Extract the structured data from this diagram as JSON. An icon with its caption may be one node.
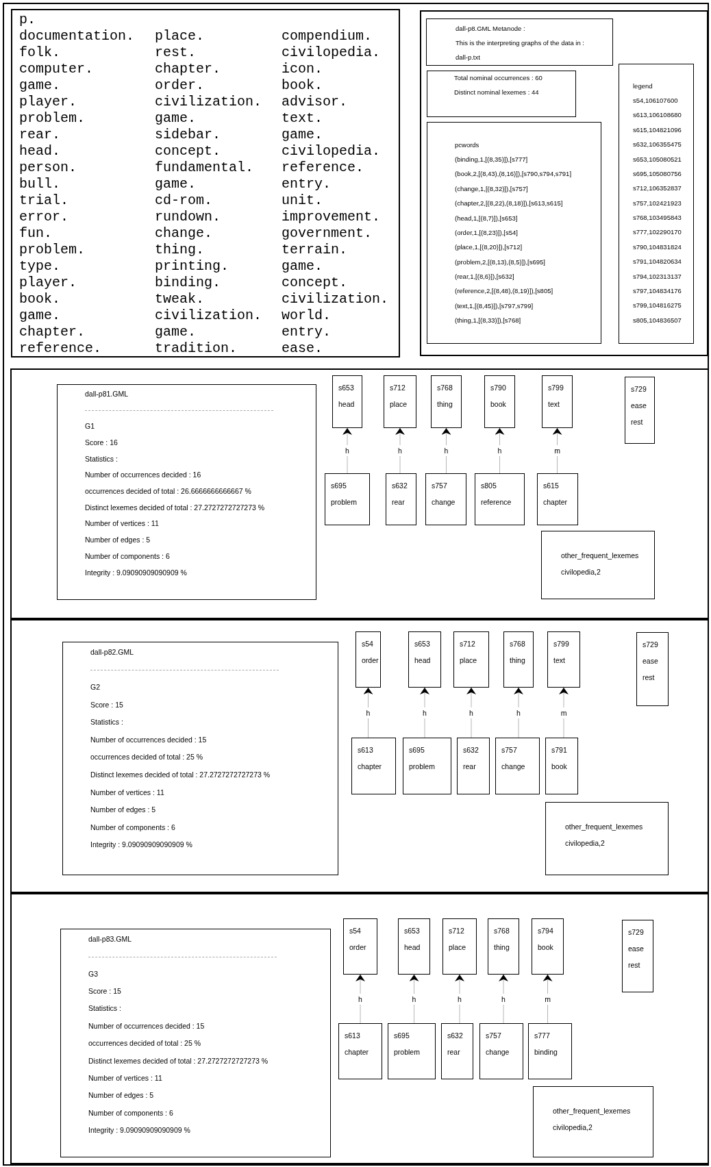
{
  "diagram": {
    "nodes": [
      {
        "text": [
          "p.",
          "documentation.",
          "place.",
          "compendium.",
          "folk.",
          "rest.",
          "civilopedia.",
          "computer.",
          "chapter.",
          "icon.",
          "game.",
          "order.",
          "book.",
          "player.",
          "civilization.",
          "advisor.",
          "problem.",
          "game.",
          "text.",
          "rear.",
          "sidebar.",
          "game.",
          "head.",
          "concept.",
          "civilopedia.",
          "person.",
          "fundamental.",
          "reference.",
          "bull.",
          "game.",
          "entry.",
          "trial.",
          "cd-rom.",
          "unit.",
          "error.",
          "rundown.",
          "improvement.",
          "fun.",
          "change.",
          "government.",
          "problem.",
          "thing.",
          "terrain.",
          "type.",
          "printing.",
          "game.",
          "player.",
          "binding.",
          "concept.",
          "book.",
          "tweak.",
          "civilization.",
          "game.",
          "civilization.",
          "world.",
          "chapter.",
          "game.",
          "entry.",
          "reference.",
          "tradition.",
          "ease."
        ]
      },
      {
        "text": [],
        "shape": "box"
      },
      {
        "text": [
          "dall-p8.GML Metanode :",
          "This is the interpreting graphs of the data in :",
          "dall-p.txt"
        ],
        "in": 1
      },
      {
        "text": [
          "Total nominal occurrences : 60",
          "Distinct nominal lexemes : 44"
        ],
        "in": 1
      },
      {
        "text": [
          "pcwords",
          "(binding,1,[(8,35)]),[s777]",
          "(book,2,[(8,43),(8,16)]),[s790,s794,s791]",
          "(change,1,[(8,32)]),[s757]",
          "(chapter,2,[(8,22),(8,18)]),[s613,s615]",
          "(head,1,[(8,7)]),[s653]",
          "(order,1,[(8,23)]),[s54]",
          "(place,1,[(8,20)]),[s712]",
          "(problem,2,[(8,13),(8,5)]),[s695]",
          "(rear,1,[(8,6)]),[s632]",
          "(reference,2,[(8,48),(8,19)]),[s805]",
          "(text,1,[(8,45)]),[s797,s799]",
          "(thing,1,[(8,33)]),[s768]"
        ],
        "in": 1
      },
      {
        "text": [
          "legend",
          "s54,106107600",
          "s613,106108680",
          "s615,104821096",
          "s632,106355475",
          "s653,105080521",
          "s695,105080756",
          "s712,106352837",
          "s757,102421923",
          "s768,103495843",
          "s777,102290170",
          "s790,104831824",
          "s791,104820634",
          "s794,102313137",
          "s797,104834176",
          "s799,104816275",
          "s805,104836507"
        ],
        "in": 1
      },
      {
        "text": [],
        "shape": "box"
      },
      {
        "text": [
          "dall-p81.GML",
          "G1",
          "Score : 16",
          "Statistics :",
          "Number of occurrences decided : 16",
          "occurrences decided of total : 26.6666666666667 %",
          "Distinct lexemes decided of total : 27.2727272727273 %",
          "Number of vertices : 11",
          "Number of edges : 5",
          "Number of components : 6",
          "Integrity : 9.09090909090909 %"
        ],
        "in": 6
      },
      {
        "text": [
          "s653",
          "head"
        ],
        "in": 6
      },
      {
        "text": [
          "s712",
          "place"
        ],
        "in": 6
      },
      {
        "text": [
          "s768",
          "thing"
        ],
        "in": 6
      },
      {
        "text": [
          "s790",
          "book"
        ],
        "in": 6
      },
      {
        "text": [
          "s799",
          "text"
        ],
        "in": 6
      },
      {
        "text": [
          "s729",
          "ease",
          "rest"
        ],
        "in": 6
      },
      {
        "text": [
          "s695",
          "problem"
        ],
        "in": 6
      },
      {
        "text": [
          "s632",
          "rear"
        ],
        "in": 6
      },
      {
        "text": [
          "s757",
          "change"
        ],
        "in": 6
      },
      {
        "text": [
          "s805",
          "reference"
        ],
        "in": 6
      },
      {
        "text": [
          "s615",
          "chapter"
        ],
        "in": 6
      },
      {
        "text": [
          "other_frequent_lexemes",
          "civilopedia,2"
        ],
        "in": 6
      },
      {
        "text": [],
        "shape": "box"
      },
      {
        "text": [
          "dall-p82.GML",
          "G2",
          "Score : 15",
          "Statistics :",
          "Number of occurrences decided : 15",
          "occurrences decided of total : 25 %",
          "Distinct lexemes decided of total : 27.2727272727273 %",
          "Number of vertices : 11",
          "Number of edges : 5",
          "Number of components : 6",
          "Integrity : 9.09090909090909 %"
        ],
        "in": 20
      },
      {
        "text": [
          "s54",
          "order"
        ],
        "in": 20
      },
      {
        "text": [
          "s653",
          "head"
        ],
        "in": 20
      },
      {
        "text": [
          "s712",
          "place"
        ],
        "in": 20
      },
      {
        "text": [
          "s768",
          "thing"
        ],
        "in": 20
      },
      {
        "text": [
          "s799",
          "text"
        ],
        "in": 20
      },
      {
        "text": [
          "s729",
          "ease",
          "rest"
        ],
        "in": 20
      },
      {
        "text": [
          "s613",
          "chapter"
        ],
        "in": 20
      },
      {
        "text": [
          "s695",
          "problem"
        ],
        "in": 20
      },
      {
        "text": [
          "s632",
          "rear"
        ],
        "in": 20
      },
      {
        "text": [
          "s757",
          "change"
        ],
        "in": 20
      },
      {
        "text": [
          "s791",
          "book"
        ],
        "in": 20
      },
      {
        "text": [
          "other_frequent_lexemes",
          "civilopedia,2"
        ],
        "in": 20
      },
      {
        "text": [],
        "shape": "box"
      },
      {
        "text": [
          "dall-p83.GML",
          "G3",
          "Score : 15",
          "Statistics :",
          "Number of occurrences decided : 15",
          "occurrences decided of total : 25 %",
          "Distinct lexemes decided of total : 27.2727272727273 %",
          "Number of vertices : 11",
          "Number of edges : 5",
          "Number of components : 6",
          "Integrity : 9.09090909090909 %"
        ],
        "in": 34
      },
      {
        "text": [
          "s54",
          "order"
        ],
        "in": 34
      },
      {
        "text": [
          "s653",
          "head"
        ],
        "in": 34
      },
      {
        "text": [
          "s712",
          "place"
        ],
        "in": 34
      },
      {
        "text": [
          "s768",
          "thing"
        ],
        "in": 34
      },
      {
        "text": [
          "s794",
          "book"
        ],
        "in": 34
      },
      {
        "text": [
          "s729",
          "ease",
          "rest"
        ],
        "in": 34
      },
      {
        "text": [
          "s613",
          "chapter"
        ],
        "in": 34
      },
      {
        "text": [
          "s695",
          "problem"
        ],
        "in": 34
      },
      {
        "text": [
          "s632",
          "rear"
        ],
        "in": 34
      },
      {
        "text": [
          "s757",
          "change"
        ],
        "in": 34
      },
      {
        "text": [
          "s777",
          "binding"
        ],
        "in": 34
      },
      {
        "text": [
          "other_frequent_lexemes",
          "civilopedia,2"
        ],
        "in": 34
      }
    ],
    "edges": [
      {
        "from": 14,
        "to": 8,
        "arrow": "to",
        "label": "h"
      },
      {
        "from": 15,
        "to": 9,
        "arrow": "to",
        "label": "h"
      },
      {
        "from": 16,
        "to": 10,
        "arrow": "to",
        "label": "h"
      },
      {
        "from": 17,
        "to": 11,
        "arrow": "to",
        "label": "h"
      },
      {
        "from": 18,
        "to": 12,
        "arrow": "to",
        "label": "m"
      },
      {
        "from": 28,
        "to": 22,
        "arrow": "to",
        "label": "h"
      },
      {
        "from": 29,
        "to": 23,
        "arrow": "to",
        "label": "h"
      },
      {
        "from": 30,
        "to": 24,
        "arrow": "to",
        "label": "h"
      },
      {
        "from": 31,
        "to": 25,
        "arrow": "to",
        "label": "h"
      },
      {
        "from": 32,
        "to": 26,
        "arrow": "to",
        "label": "m"
      },
      {
        "from": 42,
        "to": 36,
        "arrow": "to",
        "label": "h"
      },
      {
        "from": 43,
        "to": 37,
        "arrow": "to",
        "label": "h"
      },
      {
        "from": 44,
        "to": 38,
        "arrow": "to",
        "label": "h"
      },
      {
        "from": 45,
        "to": 39,
        "arrow": "to",
        "label": "h"
      },
      {
        "from": 46,
        "to": 40,
        "arrow": "to",
        "label": "m"
      }
    ]
  }
}
